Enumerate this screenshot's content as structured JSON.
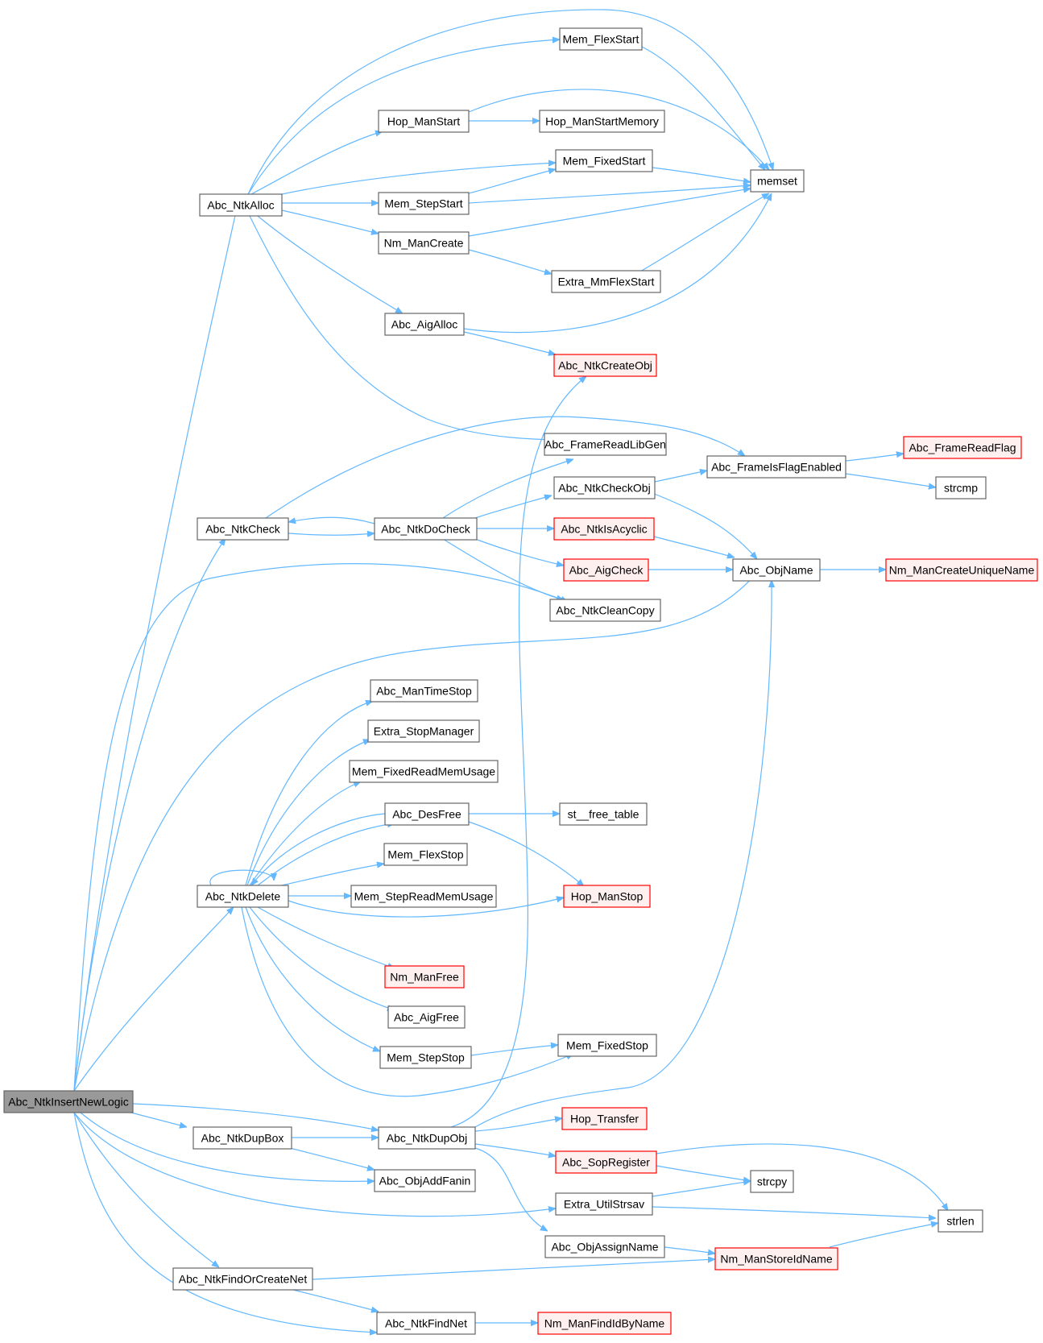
{
  "colors": {
    "edge": "#63b8ff",
    "node_border": "#666666",
    "node_fill": "#ffffff",
    "root_fill": "#999999",
    "external_border": "#ff0000",
    "external_fill": "#fff0f0"
  },
  "nodes": {
    "root": "Abc_NtkInsertNewLogic",
    "ntkalloc": "Abc_NtkAlloc",
    "ntkcheck": "Abc_NtkCheck",
    "ntkdelete": "Abc_NtkDelete",
    "ntkdupbox": "Abc_NtkDupBox",
    "ntkfindorcreatenet": "Abc_NtkFindOrCreateNet",
    "hopmanstart": "Hop_ManStart",
    "memstepstart": "Mem_StepStart",
    "nmmancreate": "Nm_ManCreate",
    "aigalloc": "Abc_AigAlloc",
    "ntkdocheck": "Abc_NtkDoCheck",
    "mantimestop": "Abc_ManTimeStop",
    "extrastopmanager": "Extra_StopManager",
    "memfixedreadmemusage": "Mem_FixedReadMemUsage",
    "desfree": "Abc_DesFree",
    "memflexstop": "Mem_FlexStop",
    "memstepreadmemusage": "Mem_StepReadMemUsage",
    "nmmanfree": "Nm_ManFree",
    "aigfree": "Abc_AigFree",
    "memstepstop": "Mem_StepStop",
    "ntkdupobj": "Abc_NtkDupObj",
    "objaddfanin": "Abc_ObjAddFanin",
    "ntkfindnet": "Abc_NtkFindNet",
    "memflexstart": "Mem_FlexStart",
    "hopmanstartmemory": "Hop_ManStartMemory",
    "memfixedstart": "Mem_FixedStart",
    "extrammflexstart": "Extra_MmFlexStart",
    "ntkcreateobj": "Abc_NtkCreateObj",
    "framereadlibgen": "Abc_FrameReadLibGen",
    "ntkcheckobj": "Abc_NtkCheckObj",
    "ntkisacyclic": "Abc_NtkIsAcyclic",
    "aigcheck": "Abc_AigCheck",
    "ntkcleancopy": "Abc_NtkCleanCopy",
    "stfreetable": "st__free_table",
    "hopmanstop": "Hop_ManStop",
    "memfixedstop": "Mem_FixedStop",
    "hoptransfer": "Hop_Transfer",
    "sopregister": "Abc_SopRegister",
    "extrautilstrsav": "Extra_UtilStrsav",
    "objassignname": "Abc_ObjAssignName",
    "nmmanfindidbyname": "Nm_ManFindIdByName",
    "memset": "memset",
    "frameisflagenabled": "Abc_FrameIsFlagEnabled",
    "objname": "Abc_ObjName",
    "strcpy": "strcpy",
    "nmmanstoreidname": "Nm_ManStoreIdName",
    "framereadflag": "Abc_FrameReadFlag",
    "strcmp": "strcmp",
    "nmmancreateuniquename": "Nm_ManCreateUniqueName",
    "strlen": "strlen"
  }
}
